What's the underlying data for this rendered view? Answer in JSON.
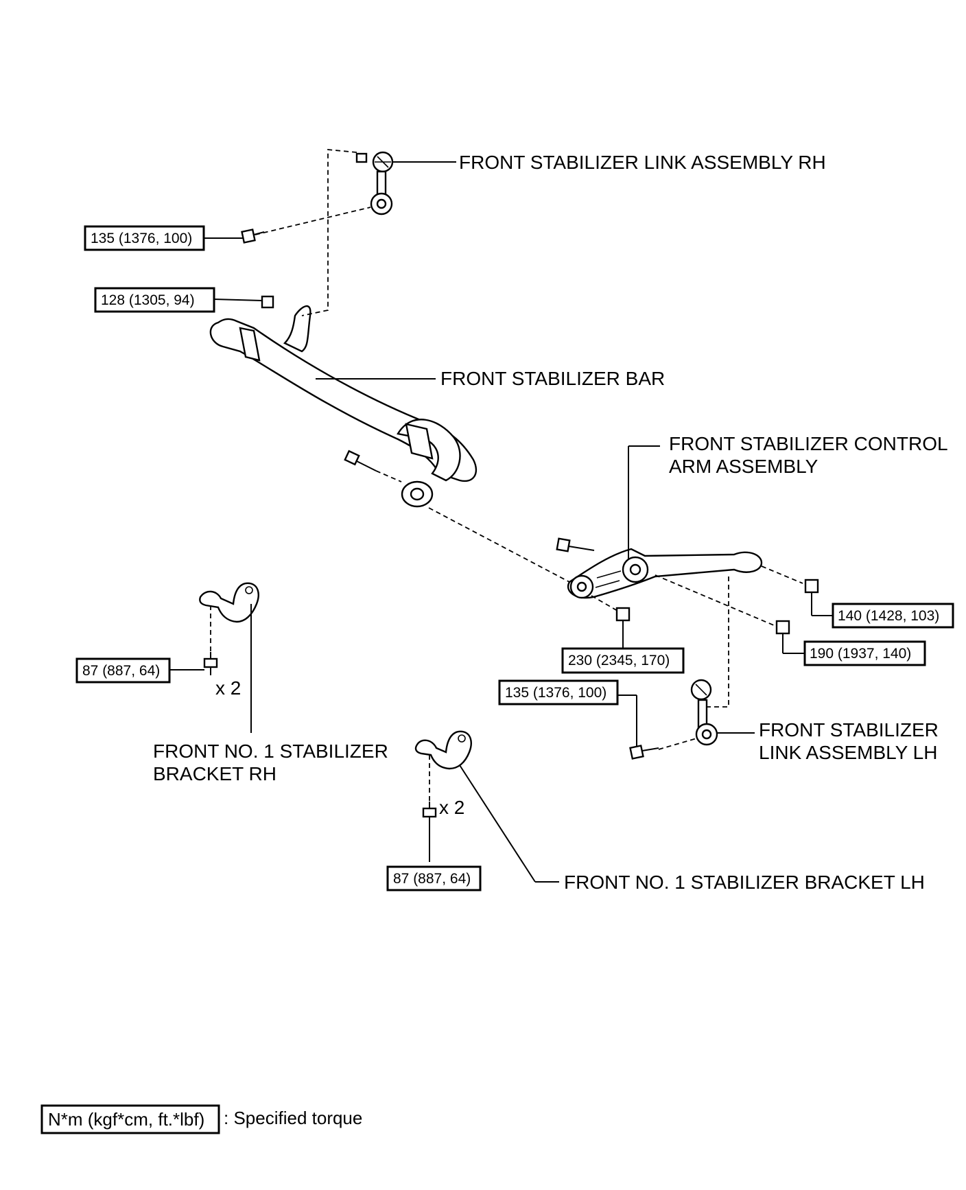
{
  "parts": {
    "link_rh": "FRONT STABILIZER LINK ASSEMBLY RH",
    "bar": "FRONT STABILIZER BAR",
    "control_arm": [
      "FRONT STABILIZER CONTROL",
      "ARM ASSEMBLY"
    ],
    "link_lh": [
      "FRONT STABILIZER",
      "LINK ASSEMBLY LH"
    ],
    "bracket_rh": [
      "FRONT NO. 1 STABILIZER",
      "BRACKET RH"
    ],
    "bracket_lh": "FRONT NO. 1 STABILIZER BRACKET LH"
  },
  "torques": {
    "link_rh_bolt": "135 (1376, 100)",
    "bar_nut": "128 (1305, 94)",
    "arm_nut_outer": "140 (1428, 103)",
    "arm_nut_inner": "190 (1937, 140)",
    "arm_nut_lower": "230 (2345, 170)",
    "link_lh_bolt": "135 (1376, 100)",
    "bracket_rh_bolt": "87 (887, 64)",
    "bracket_lh_bolt": "87 (887, 64)"
  },
  "quantities": {
    "bracket_rh": "x 2",
    "bracket_lh": "x 2"
  },
  "legend": {
    "unit": "N*m (kgf*cm, ft.*lbf)",
    "text": ": Specified torque"
  }
}
